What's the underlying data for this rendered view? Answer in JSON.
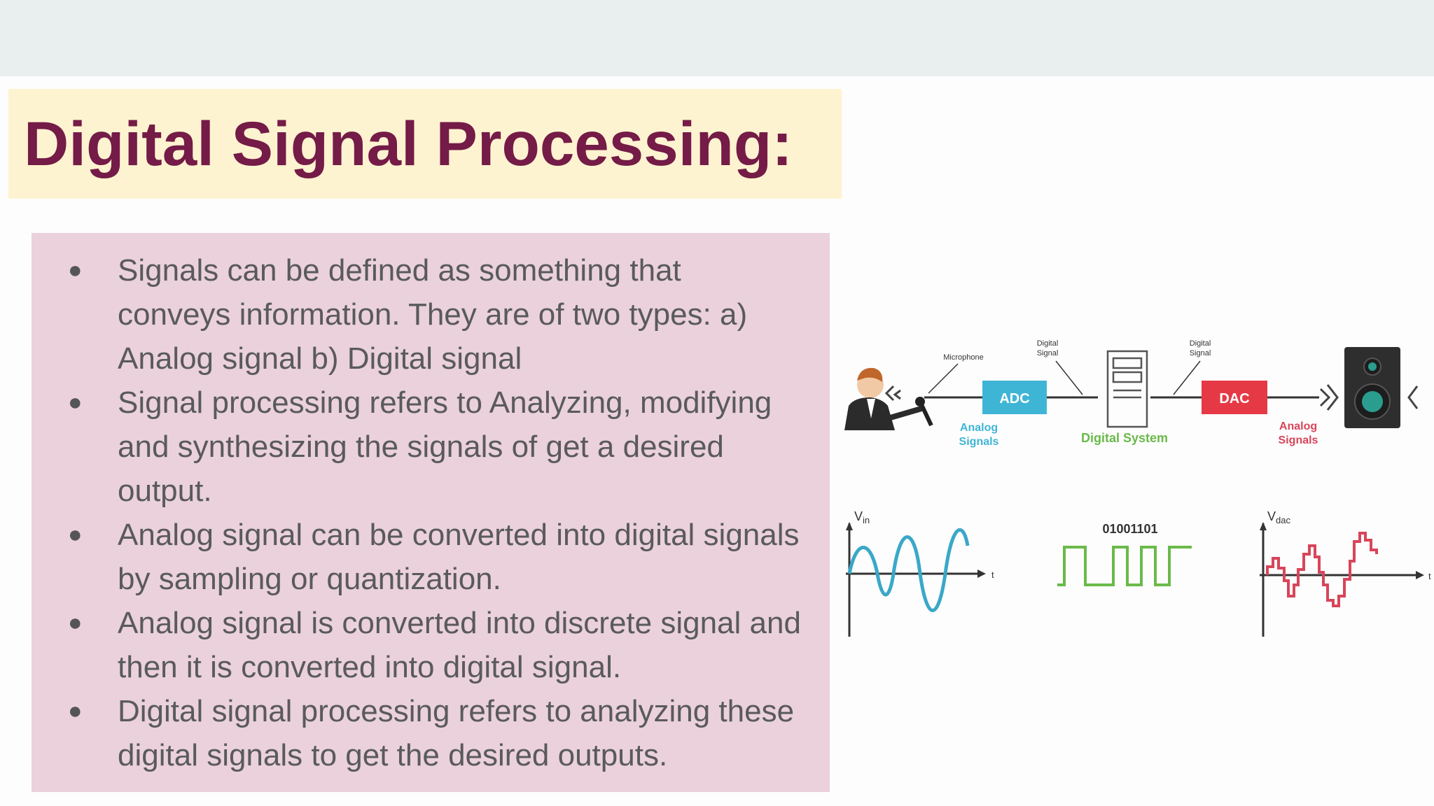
{
  "slide": {
    "title": "Digital Signal Processing:",
    "bullets": [
      "Signals can be defined as something that conveys information. They are of two types: a) Analog signal b) Digital signal",
      "Signal processing refers to Analyzing, modifying and synthesizing the signals of get a desired output.",
      "Analog signal can be converted into digital signals by sampling or quantization.",
      "Analog signal is converted into discrete signal and then it is converted into digital signal.",
      "Digital signal processing refers to analyzing these digital signals to get the desired outputs."
    ],
    "bullet_symbol": "●"
  },
  "diagram": {
    "microphone_label": "Microphone",
    "digital_signal_label": "Digital",
    "digital_signal_label_2": "Signal",
    "adc_label": "ADC",
    "dac_label": "DAC",
    "analog_label": "Analog",
    "signals_label": "Signals",
    "digital_system_label": "Digital System",
    "binary_label": "01001101",
    "vin_v": "V",
    "vin_sub": "in",
    "vdac_v": "V",
    "vdac_sub": "dac",
    "t_label": "t"
  },
  "colors": {
    "title": "#741b47",
    "title_bg": "#fef3d0",
    "content_bg": "#ead1dc",
    "adc": "#3fb5d6",
    "dac": "#e63946",
    "analog_in": "#3aa8c8",
    "digital": "#6aba4a",
    "analog_out": "#d8455a"
  }
}
